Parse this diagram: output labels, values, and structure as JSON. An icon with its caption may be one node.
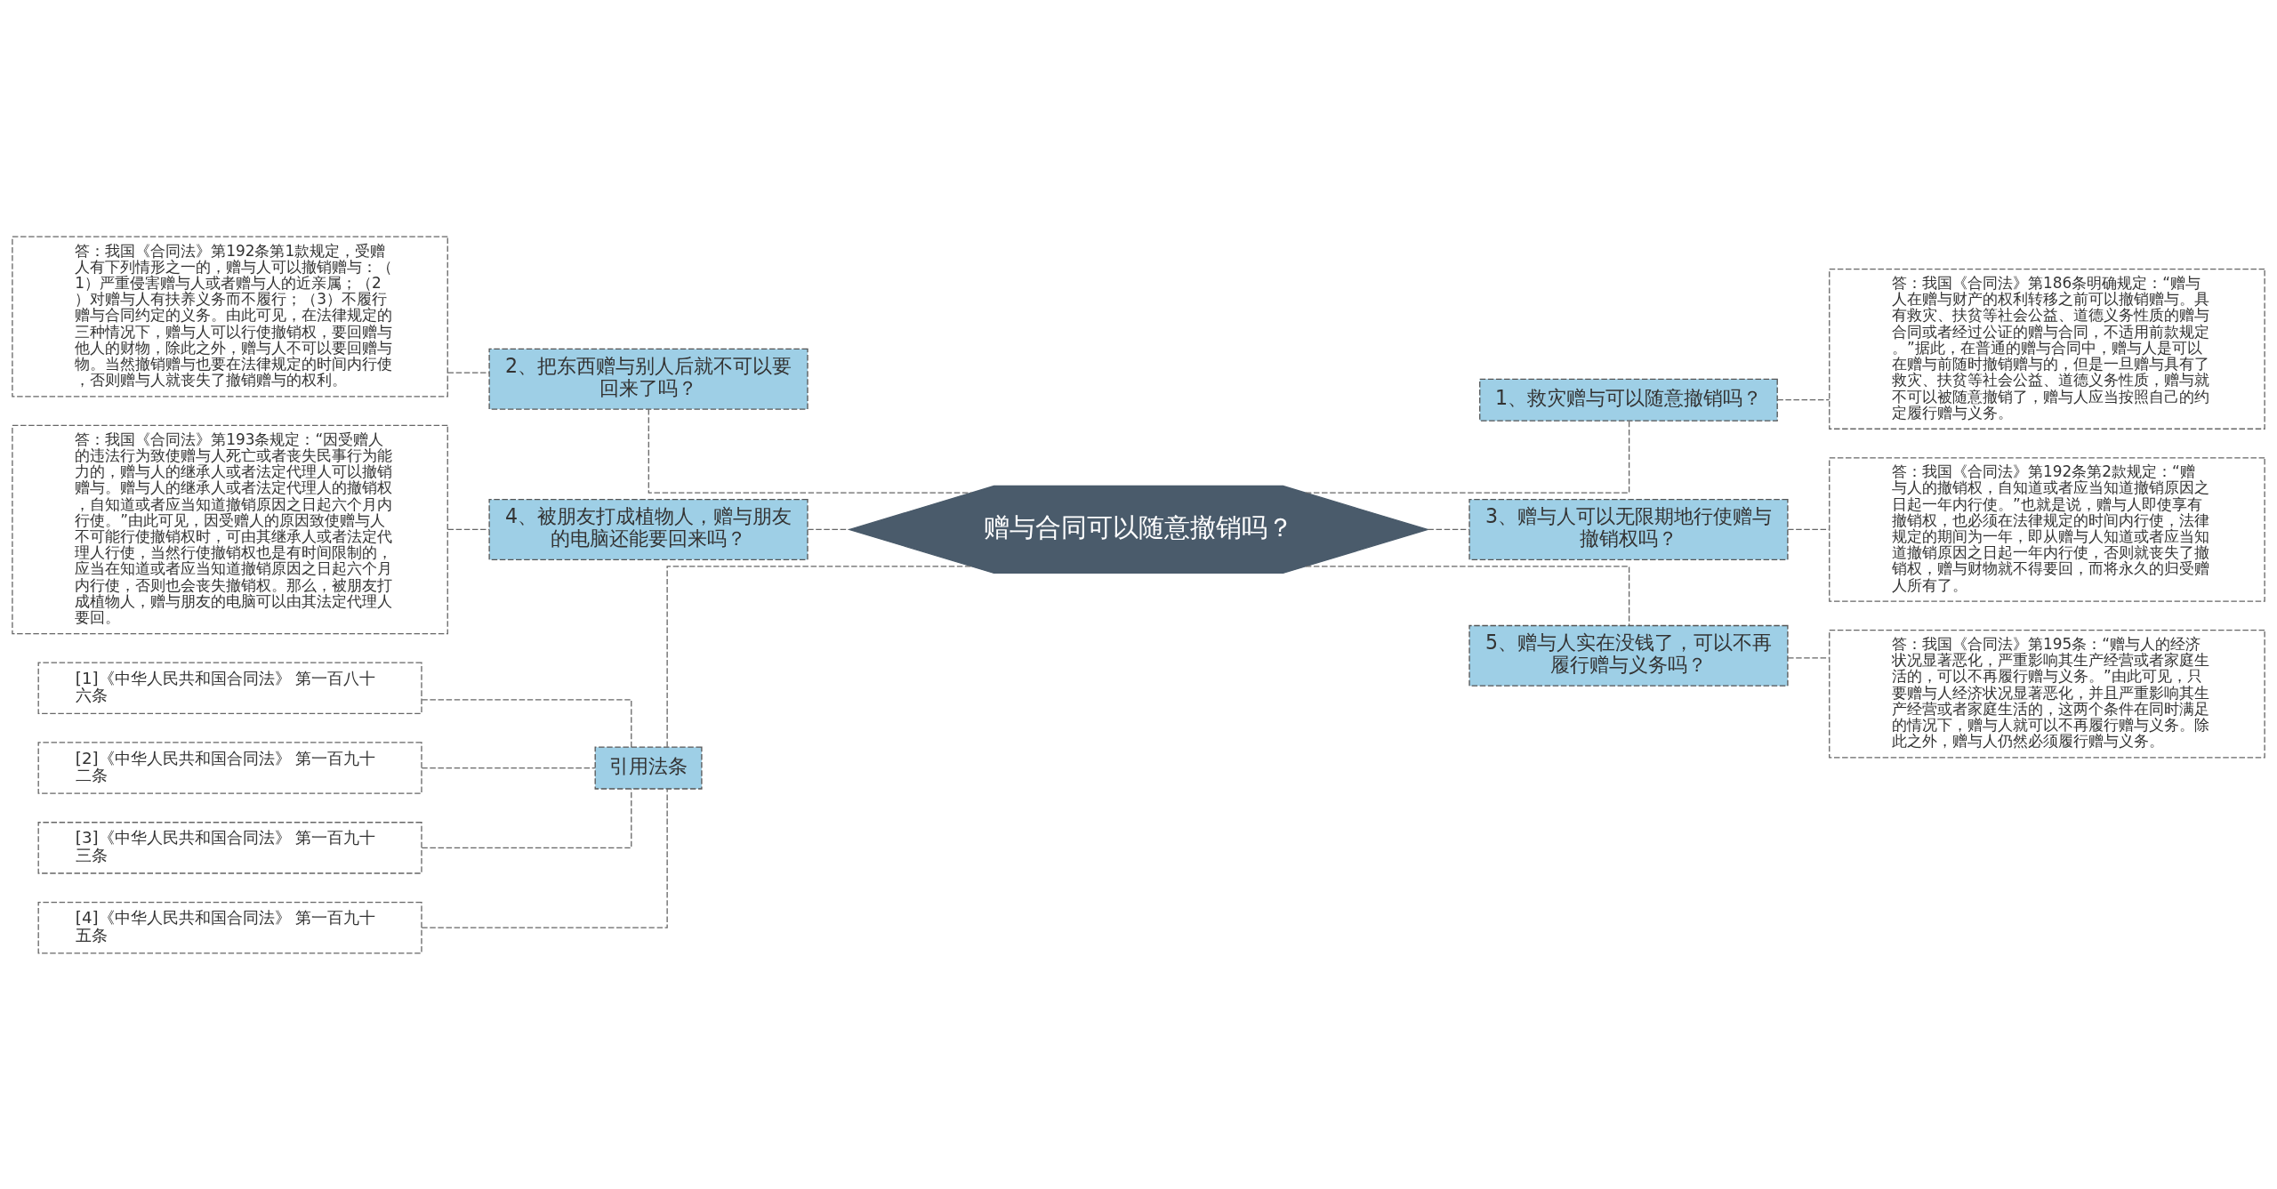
{
  "diagram": {
    "nodes": [
      {
        "text": [
          "赠与合同可以随意撤销吗？"
        ]
      },
      {
        "text": [
          "2、把东西赠与别人后就不可以要回来了吗？"
        ]
      },
      {
        "text": [
          "答：我国《合同法》第192条第1款规定，受赠人有下列情形之一的，赠与人可以撤销赠与：（1）严重侵害赠与人或者赠与人的近亲属；（2）对赠与人有扶养义务而不履行；（3）不履行赠与合同约定的义务。由此可见，在法律规定的三种情况下，赠与人可以行使撤销权，要回赠与他人的财物，除此之外，赠与人不可以要回赠与物。当然撤销赠与也要在法律规定的时间内行使，否则赠与人就丧失了撤销赠与的权利。"
        ]
      },
      {
        "text": [
          "4、被朋友打成植物人，赠与朋友的电脑还能要回来吗？"
        ]
      },
      {
        "text": [
          "答：我国《合同法》第193条规定：“因受赠人的违法行为致使赠与人死亡或者丧失民事行为能力的，赠与人的继承人或者法定代理人可以撤销赠与。赠与人的继承人或者法定代理人的撤销权，自知道或者应当知道撤销原因之日起六个月内行使。”由此可见，因受赠人的原因致使赠与人不可能行使撤销权时，可由其继承人或者法定代理人行使，当然行使撤销权也是有时间限制的，应当在知道或者应当知道撤销原因之日起六个月内行使，否则也会丧失撤销权。那么，被朋友打成植物人，赠与朋友的电脑可以由其法定代理人要回。"
        ]
      },
      {
        "text": [
          "引用法条"
        ]
      },
      {
        "text": [
          "[1]《中华人民共和国合同法》 第一百八十六条"
        ]
      },
      {
        "text": [
          "[2]《中华人民共和国合同法》 第一百九十二条"
        ]
      },
      {
        "text": [
          "[3]《中华人民共和国合同法》 第一百九十三条"
        ]
      },
      {
        "text": [
          "[4]《中华人民共和国合同法》 第一百九十五条"
        ]
      },
      {
        "text": [
          "1、救灾赠与可以随意撤销吗？"
        ]
      },
      {
        "text": [
          "答：我国《合同法》第186条明确规定：“赠与人在赠与财产的权利转移之前可以撤销赠与。具有救灾、扶贫等社会公益、道德义务性质的赠与合同或者经过公证的赠与合同，不适用前款规定。”据此，在普通的赠与合同中，赠与人是可以在赠与前随时撤销赠与的，但是一旦赠与具有了救灾、扶贫等社会公益、道德义务性质，赠与就不可以被随意撤销了，赠与人应当按照自己的约定履行赠与义务。"
        ]
      },
      {
        "text": [
          "3、赠与人可以无限期地行使赠与撤销权吗？"
        ]
      },
      {
        "text": [
          "答：我国《合同法》第192条第2款规定：“赠与人的撤销权，自知道或者应当知道撤销原因之日起一年内行使。”也就是说，赠与人即使享有撤销权，也必须在法律规定的时间内行使，法律规定的期间为一年，即从赠与人知道或者应当知道撤销原因之日起一年内行使，否则就丧失了撤销权，赠与财物就不得要回，而将永久的归受赠人所有了。"
        ]
      },
      {
        "text": [
          "5、赠与人实在没钱了，可以不再履行赠与义务吗？"
        ]
      },
      {
        "text": [
          "答：我国《合同法》第195条：“赠与人的经济状况显著恶化，严重影响其生产经营或者家庭生活的，可以不再履行赠与义务。”由此可见，只要赠与人经济状况显著恶化，并且严重影响其生产经营或者家庭生活的，这两个条件在同时满足的情况下，赠与人就可以不再履行赠与义务。除此之外，赠与人仍然必须履行赠与义务。"
        ]
      }
    ],
    "edges": [
      {
        "from": 0,
        "to": 1,
        "arrow": "none",
        "style": "dashed"
      },
      {
        "from": 1,
        "to": 2,
        "arrow": "none",
        "style": "dashed"
      },
      {
        "from": 0,
        "to": 3,
        "arrow": "none",
        "style": "dashed"
      },
      {
        "from": 3,
        "to": 4,
        "arrow": "none",
        "style": "dashed"
      },
      {
        "from": 0,
        "to": 5,
        "arrow": "none",
        "style": "dashed"
      },
      {
        "from": 5,
        "to": 6,
        "arrow": "none",
        "style": "dashed"
      },
      {
        "from": 5,
        "to": 7,
        "arrow": "none",
        "style": "dashed"
      },
      {
        "from": 5,
        "to": 8,
        "arrow": "none",
        "style": "dashed"
      },
      {
        "from": 5,
        "to": 9,
        "arrow": "none",
        "style": "dashed"
      },
      {
        "from": 0,
        "to": 10,
        "arrow": "none",
        "style": "dashed"
      },
      {
        "from": 10,
        "to": 11,
        "arrow": "none",
        "style": "dashed"
      },
      {
        "from": 0,
        "to": 12,
        "arrow": "none",
        "style": "dashed"
      },
      {
        "from": 12,
        "to": 13,
        "arrow": "none",
        "style": "dashed"
      },
      {
        "from": 0,
        "to": 14,
        "arrow": "none",
        "style": "dashed"
      },
      {
        "from": 14,
        "to": 15,
        "arrow": "none",
        "style": "dashed"
      }
    ]
  }
}
